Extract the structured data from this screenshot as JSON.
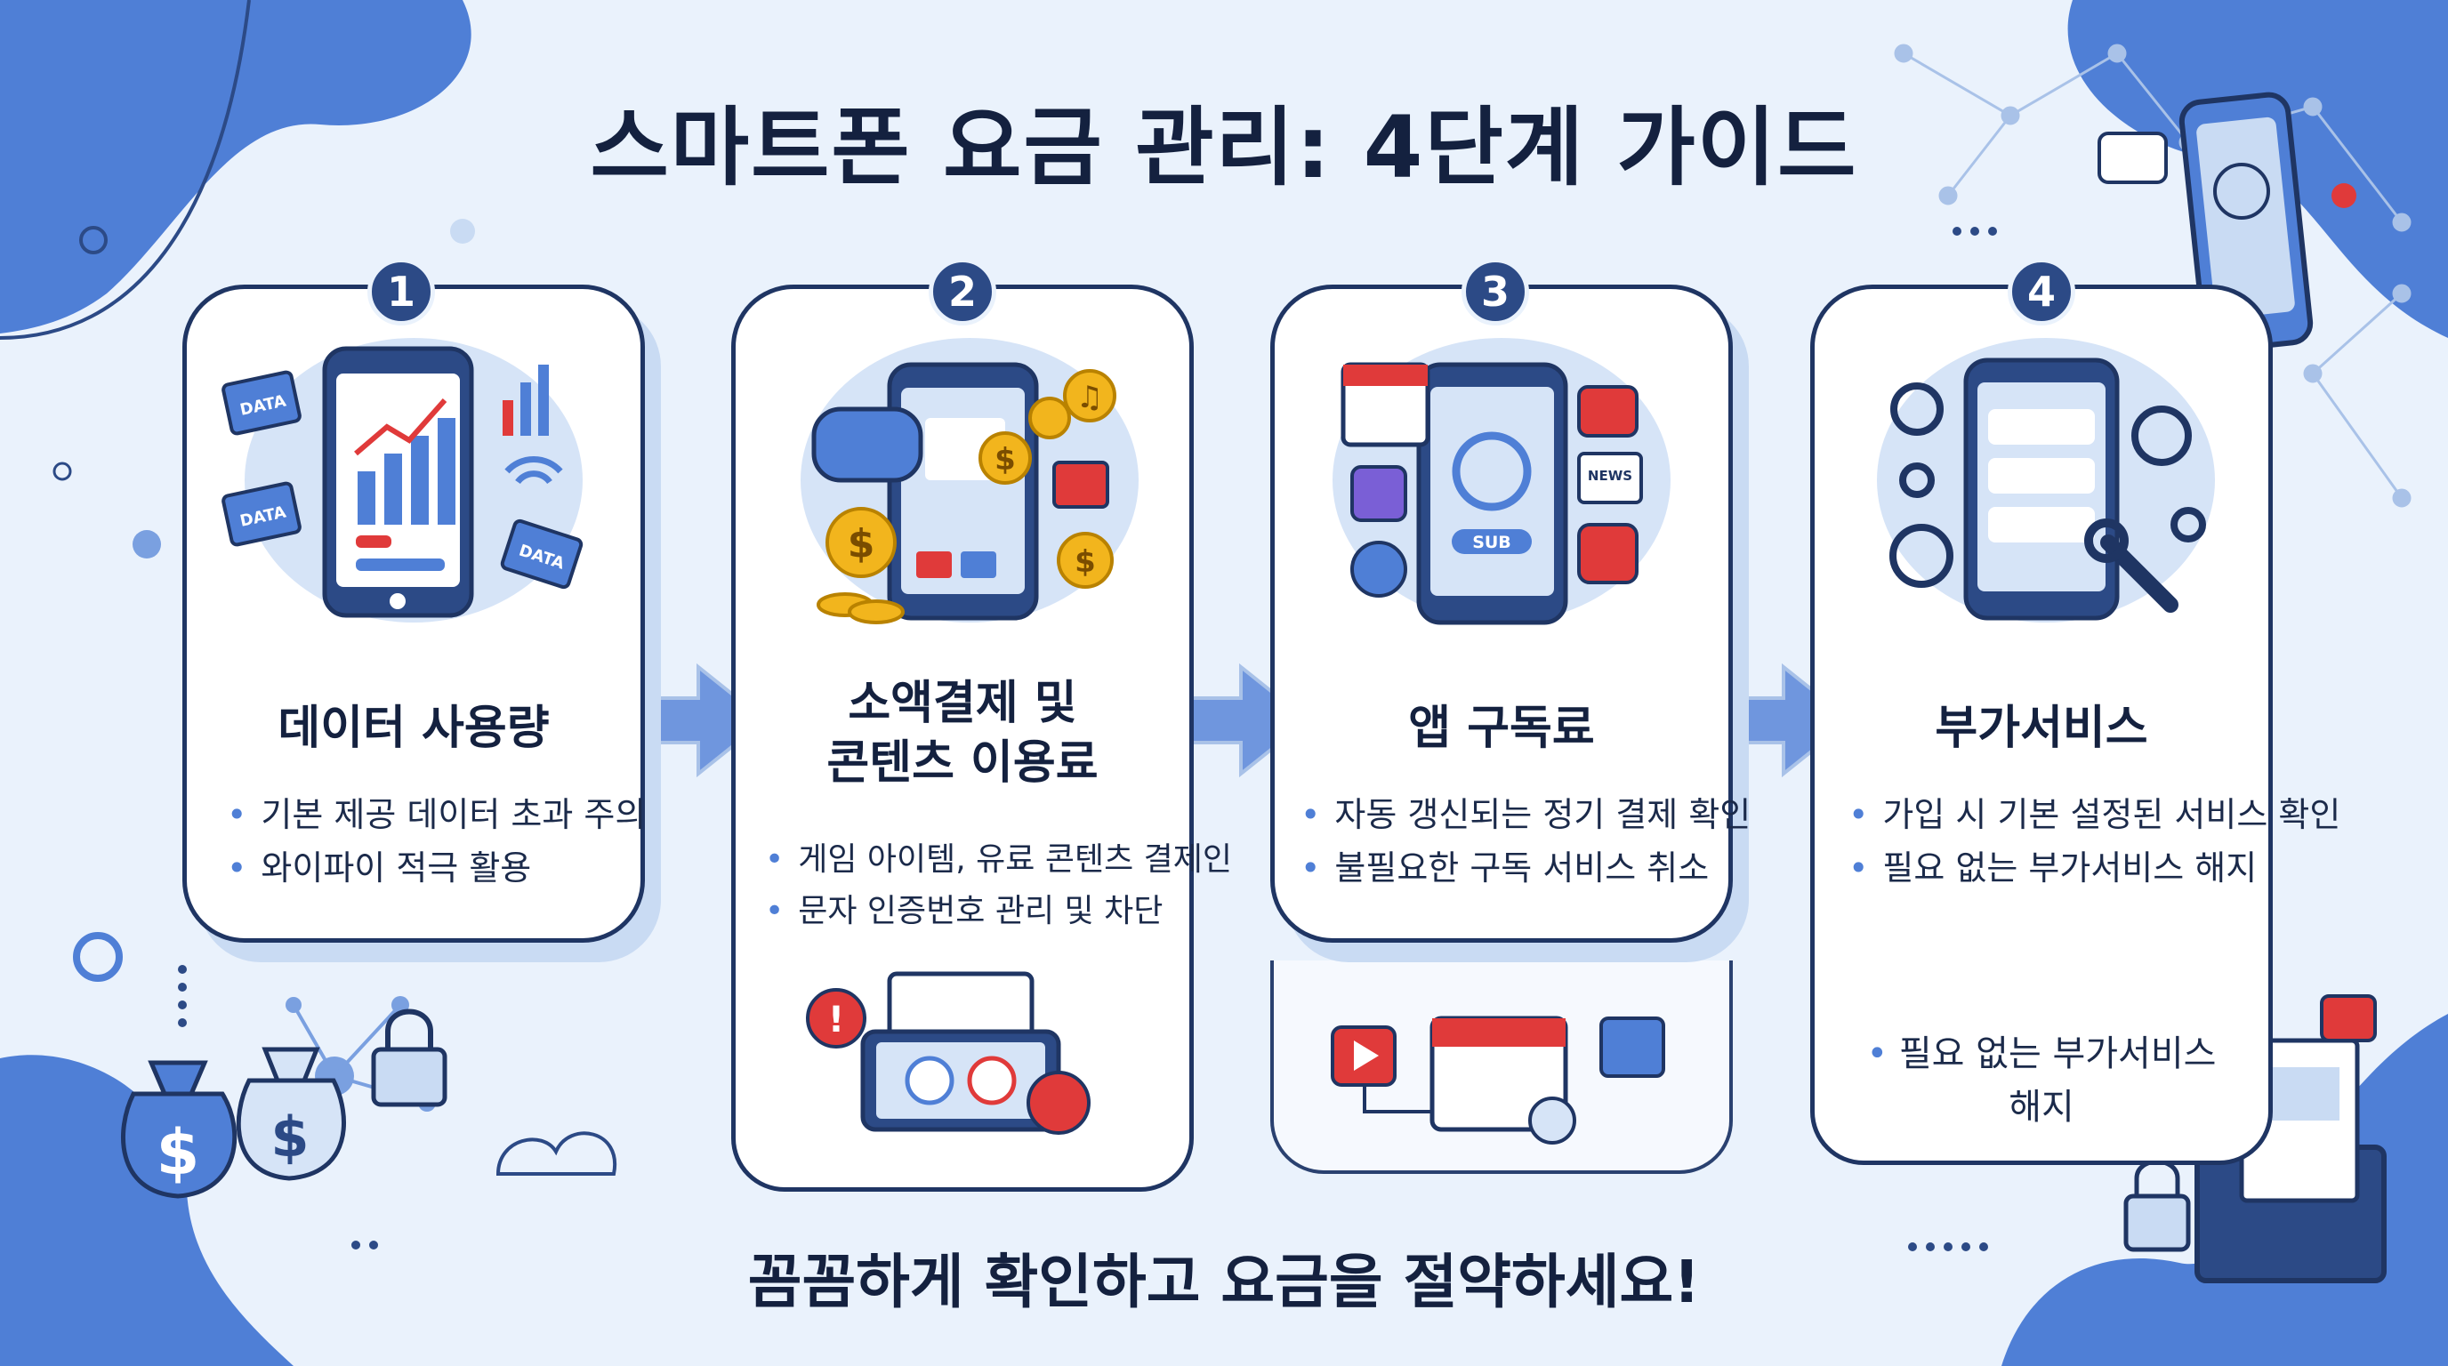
{
  "title": "스마트폰 요금 관리: 4단계 가이드",
  "footer": "꼼꼼하게 확인하고 요금을 절약하세요!",
  "colors": {
    "primary": "#2c4a86",
    "accent": "#4f7fd6",
    "red": "#e03a3a",
    "gold": "#f2b51d",
    "background": "#eaf2fc"
  },
  "steps": [
    {
      "number": "1",
      "title": "데이터 사용량",
      "icons": [
        "smartphone-chart-icon",
        "data-folder-icon",
        "signal-bars-icon",
        "wifi-icon"
      ],
      "icon_labels": [
        "DATA",
        "DATA",
        "DATA"
      ],
      "bullets": [
        "기본 제공 데이터 초과 주의",
        "와이파이 적극 활용"
      ]
    },
    {
      "number": "2",
      "title_line1": "소액결제 및",
      "title_line2": "콘텐츠 이용료",
      "icons": [
        "game-controller-icon",
        "coin-icon",
        "music-icon",
        "video-icon"
      ],
      "bullets": [
        "게임 아이템, 유료 콘텐츠 결제인",
        "문자 인증번호 관리 및 차단"
      ],
      "extra_icons": [
        "alert-icon",
        "check-icon",
        "cancel-icon"
      ]
    },
    {
      "number": "3",
      "title": "앱 구독료",
      "icons": [
        "calendar-icon",
        "sync-icon",
        "news-icon",
        "play-icon"
      ],
      "icon_labels": [
        "SUB",
        "NEWS"
      ],
      "bullets": [
        "자동 갱신되는 정기 결제 확인",
        "불필요한 구독 서비스 취소"
      ],
      "extra_icons": [
        "play-icon",
        "calendar-icon",
        "renew-icon",
        "image-icon"
      ]
    },
    {
      "number": "4",
      "title": "부가서비스",
      "icons": [
        "gear-icon",
        "settings-list-icon",
        "wrench-icon"
      ],
      "bullets": [
        "가입 시 기본 설정된 서비스 확인",
        "필요 없는 부가서비스 해지"
      ],
      "extra_bullet_line1": "필요 없는 부가서비스",
      "extra_bullet_line2": "해지"
    }
  ]
}
